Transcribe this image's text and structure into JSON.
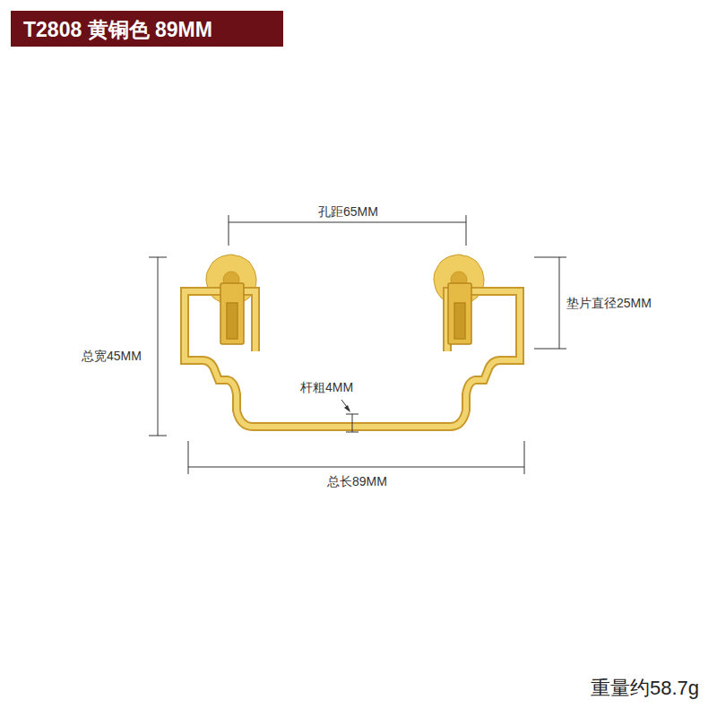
{
  "diagram": {
    "title": "T2808 黄铜色 89MM",
    "labels": [
      "孔距65MM",
      "垫片直径25MM",
      "总宽45MM",
      "杆粗4MM",
      "总长89MM",
      "重量约58.7g"
    ]
  }
}
